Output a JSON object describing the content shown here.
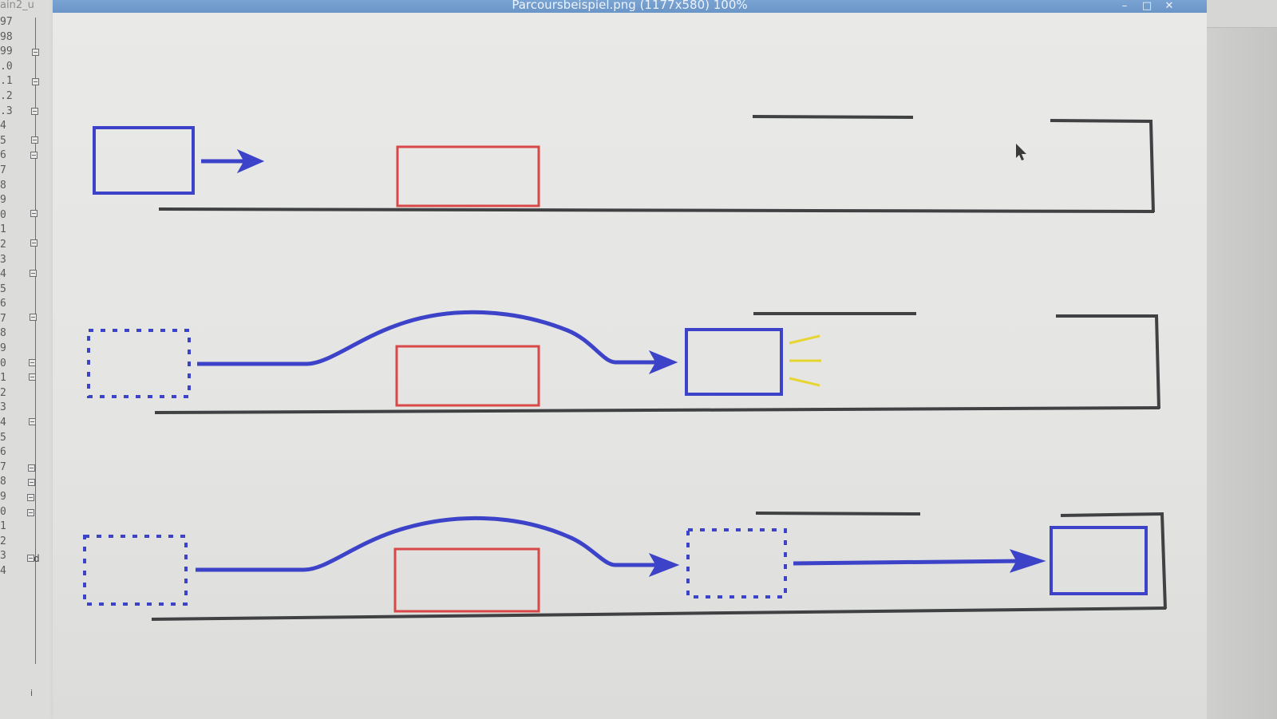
{
  "editor": {
    "tab_title": "ain2_u",
    "line_numbers": [
      "97",
      "98",
      "99",
      ".0",
      ".1",
      ".2",
      ".3",
      "4",
      "5",
      "6",
      "7",
      "8",
      "9",
      "0",
      "1",
      "2",
      "3",
      "4",
      "5",
      "6",
      "7",
      "8",
      "9",
      "0",
      "1",
      "2",
      "3",
      "4",
      "5",
      "6",
      "7",
      "8",
      "9",
      "0",
      "1",
      "2",
      "3",
      "4"
    ],
    "fold_marker_text": "d",
    "bottom_text": "i"
  },
  "window": {
    "title": "Parcoursbeispiel.png (1177x580) 100%",
    "controls": [
      "–",
      "□",
      "✕"
    ]
  },
  "diagram": {
    "colors": {
      "robot": "#3c43c8",
      "obstacle": "#d94848",
      "wall": "#3f4143",
      "sensor": "#e6d430"
    }
  }
}
